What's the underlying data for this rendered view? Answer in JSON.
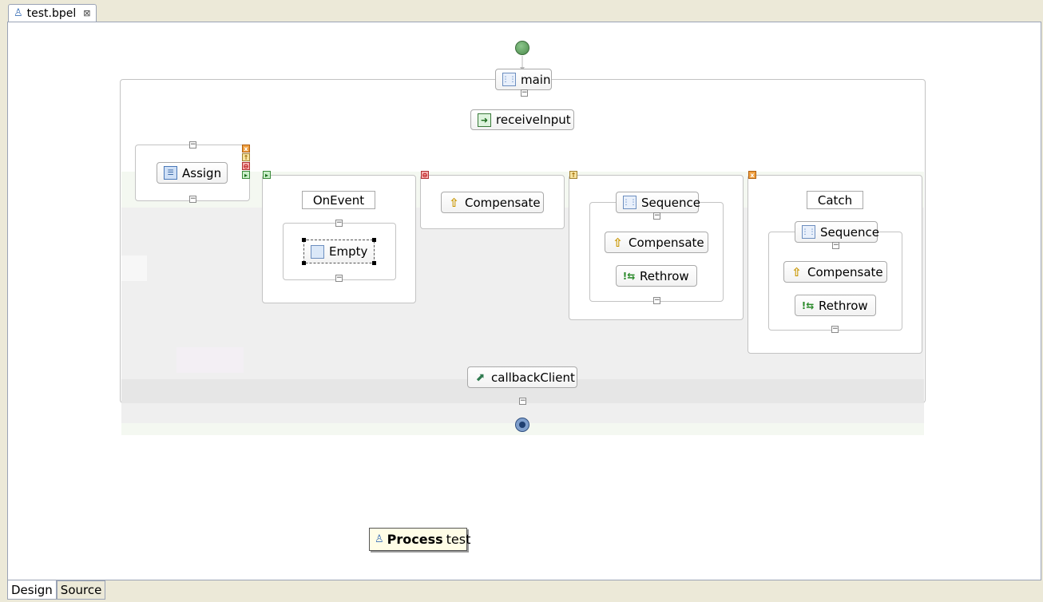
{
  "editor": {
    "tab_label": "test.bpel",
    "close_glyph": "⊠"
  },
  "activities": {
    "main": "main",
    "receive": "receiveInput",
    "assign": "Assign",
    "onevent": "OnEvent",
    "empty": "Empty",
    "compensate1": "Compensate",
    "sequence1": "Sequence",
    "compensate2": "Compensate",
    "rethrow1": "Rethrow",
    "catch": "Catch",
    "sequence2": "Sequence",
    "compensate3": "Compensate",
    "rethrow2": "Rethrow",
    "callback": "callbackClient"
  },
  "process_label": {
    "keyword": "Process",
    "name": "test"
  },
  "bottom_tabs": [
    "Design",
    "Source"
  ],
  "colors": {
    "start_node": "#5a9a5a",
    "end_node": "#3f6faa",
    "fault_link": "#e28a1a",
    "event_link": "#cc2222",
    "compensation_link": "#7a7a7a"
  },
  "icons": {
    "start": "start-node-icon",
    "end": "end-node-icon",
    "sequence": "sequence-icon",
    "receive": "receive-icon",
    "assign": "assign-icon",
    "compensate": "compensate-arrow-icon",
    "rethrow": "rethrow-icon",
    "empty": "empty-icon",
    "invoke": "invoke-icon",
    "process": "process-icon"
  }
}
